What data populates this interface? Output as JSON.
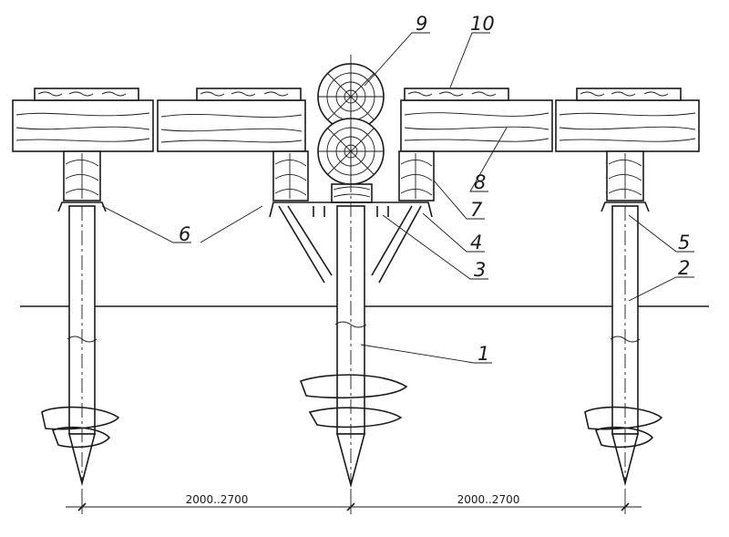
{
  "callouts": [
    {
      "id": "1",
      "label": "1"
    },
    {
      "id": "2",
      "label": "2"
    },
    {
      "id": "3",
      "label": "3"
    },
    {
      "id": "4",
      "label": "4"
    },
    {
      "id": "5",
      "label": "5"
    },
    {
      "id": "6",
      "label": "6"
    },
    {
      "id": "7",
      "label": "7"
    },
    {
      "id": "8",
      "label": "8"
    },
    {
      "id": "9",
      "label": "9"
    },
    {
      "id": "10",
      "label": "10"
    }
  ],
  "dimensions": {
    "left_span": "2000..2700",
    "right_span": "2000..2700"
  }
}
